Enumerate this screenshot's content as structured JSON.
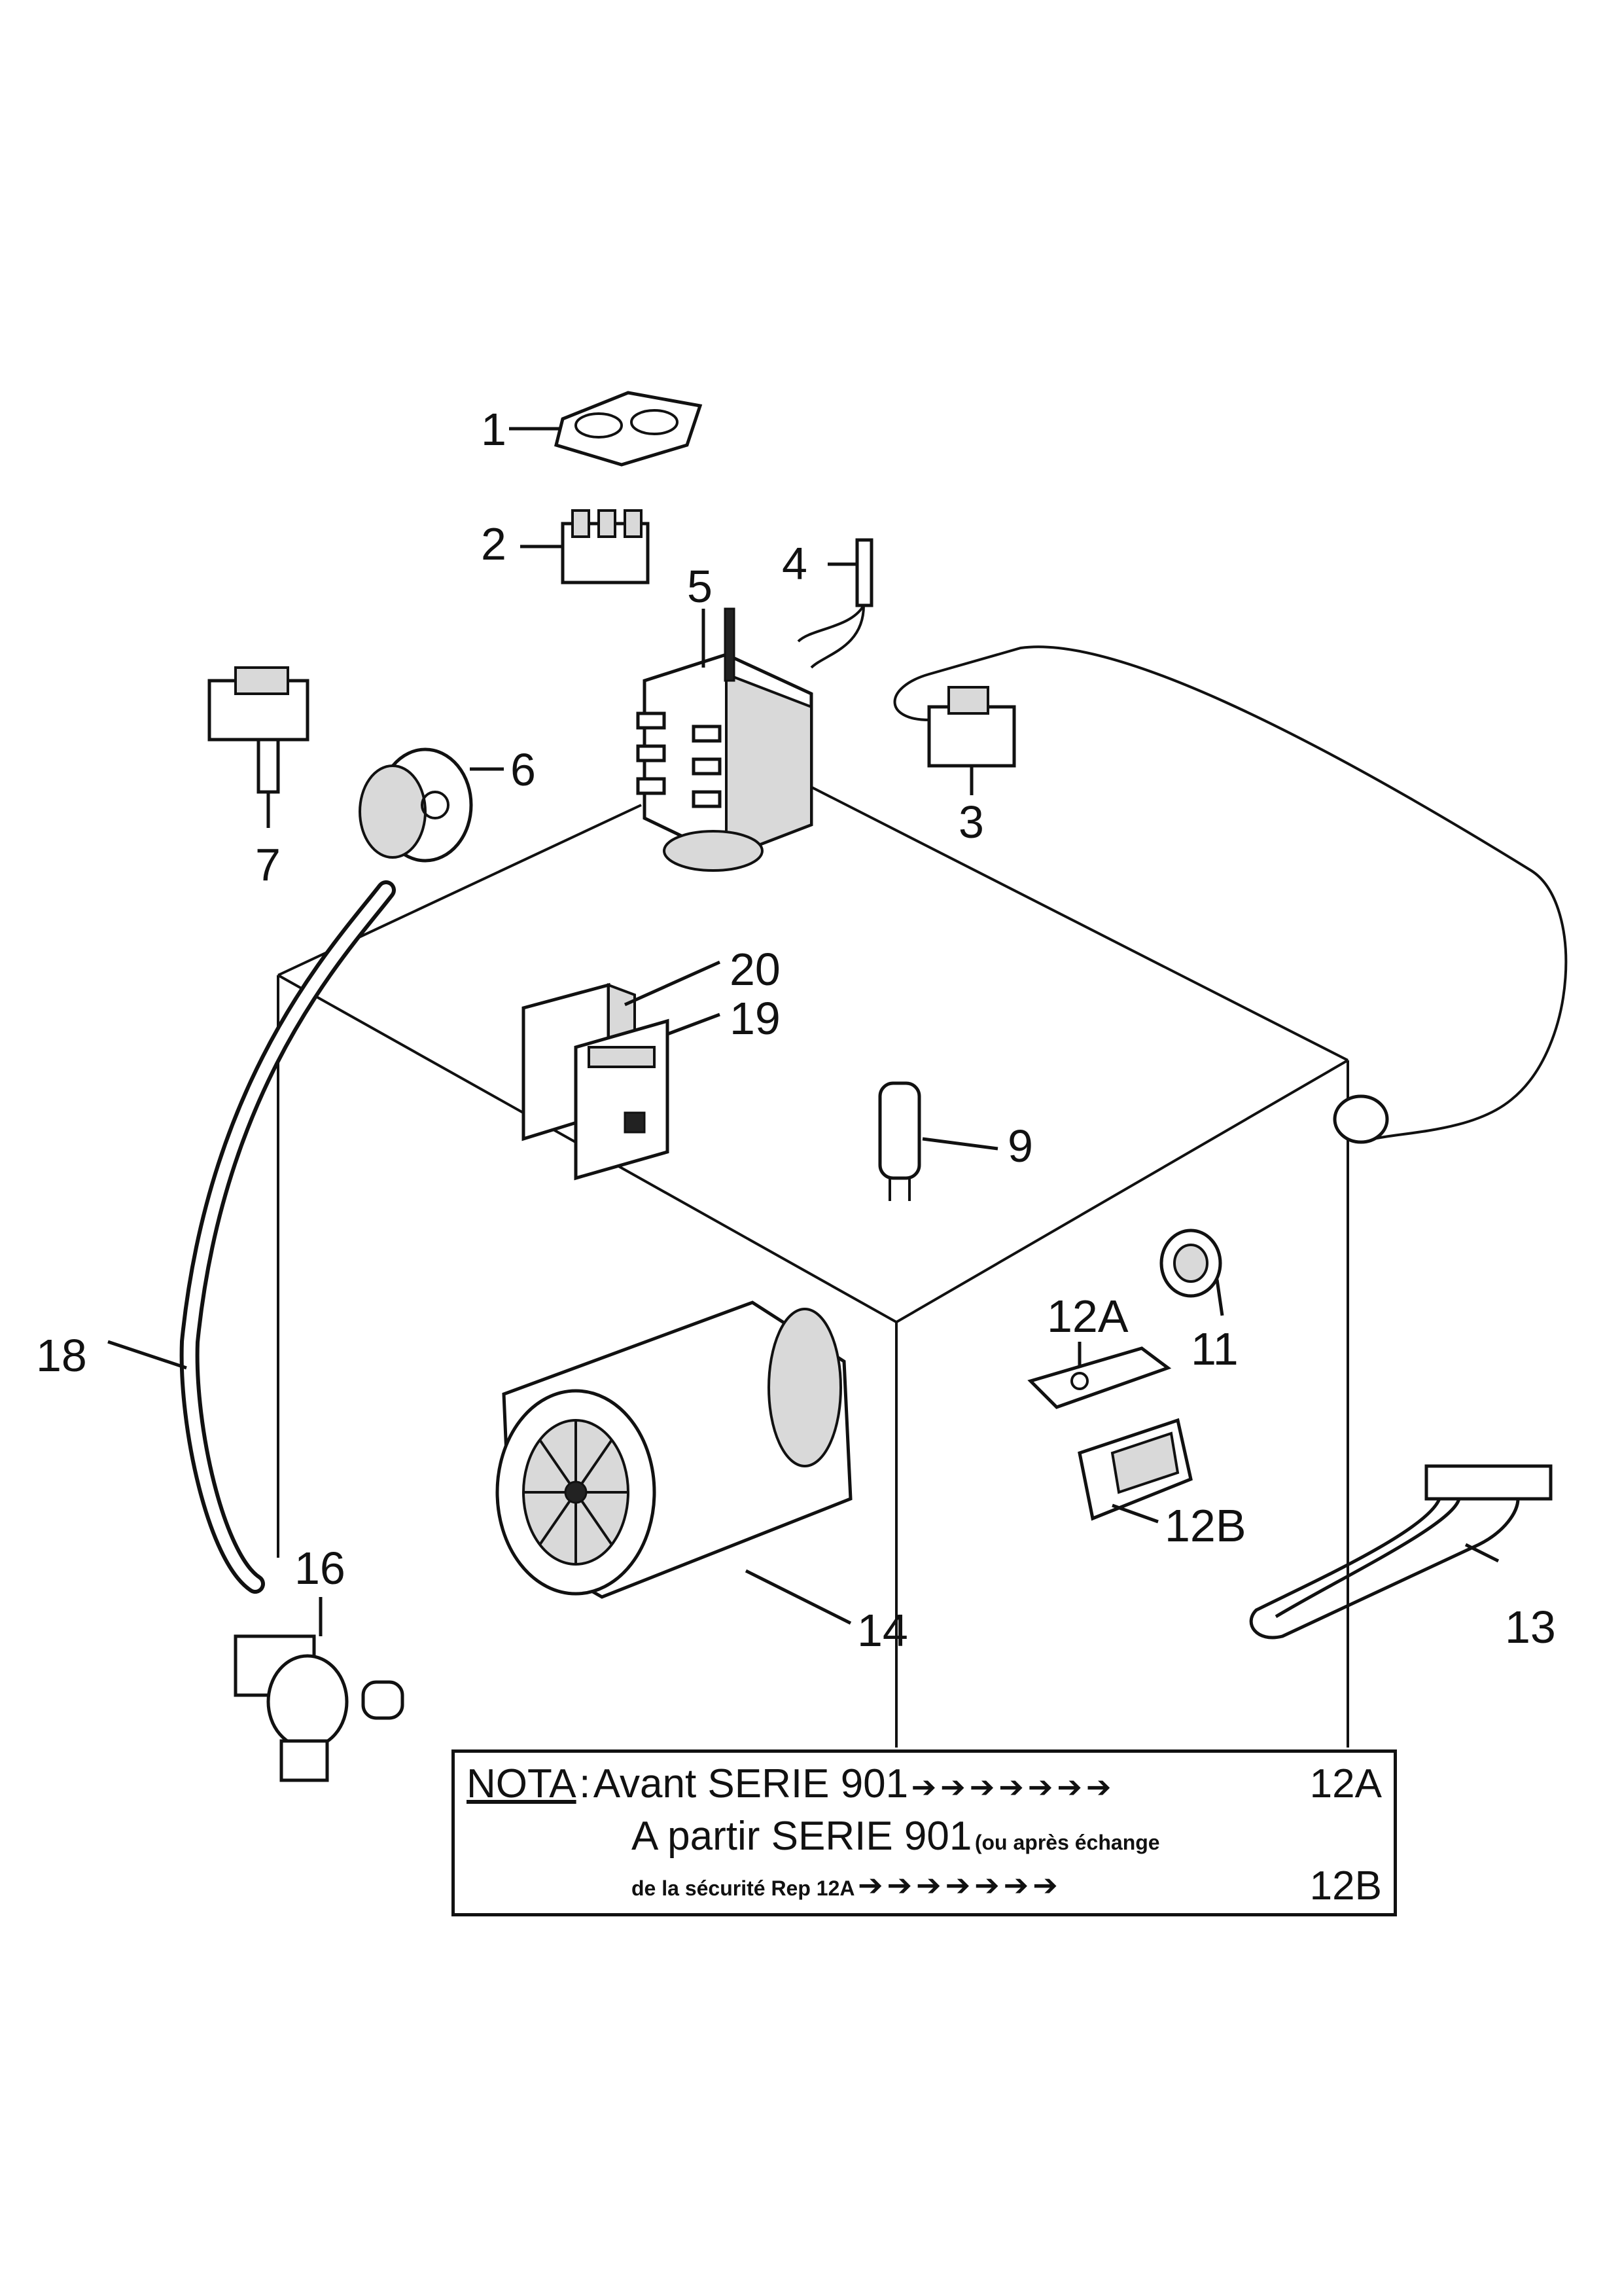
{
  "callouts": [
    {
      "id": "1",
      "text": "1"
    },
    {
      "id": "2",
      "text": "2"
    },
    {
      "id": "3",
      "text": "3"
    },
    {
      "id": "4",
      "text": "4"
    },
    {
      "id": "5",
      "text": "5"
    },
    {
      "id": "6",
      "text": "6"
    },
    {
      "id": "7",
      "text": "7"
    },
    {
      "id": "9",
      "text": "9"
    },
    {
      "id": "11",
      "text": "11"
    },
    {
      "id": "12A",
      "text": "12A"
    },
    {
      "id": "12B",
      "text": "12B"
    },
    {
      "id": "13",
      "text": "13"
    },
    {
      "id": "14",
      "text": "14"
    },
    {
      "id": "16",
      "text": "16"
    },
    {
      "id": "18",
      "text": "18"
    },
    {
      "id": "19",
      "text": "19"
    },
    {
      "id": "20",
      "text": "20"
    }
  ],
  "nota": {
    "label": "NOTA",
    "separator": ":",
    "line1_text": "Avant SERIE 901",
    "line1_ref": "12A",
    "line2_text": "A partir SERIE 901",
    "line2_small": "(ou après échange",
    "line3_small": "de la sécurité Rep 12A",
    "line3_ref": "12B",
    "arrows": "➔➔➔➔➔➔➔"
  }
}
